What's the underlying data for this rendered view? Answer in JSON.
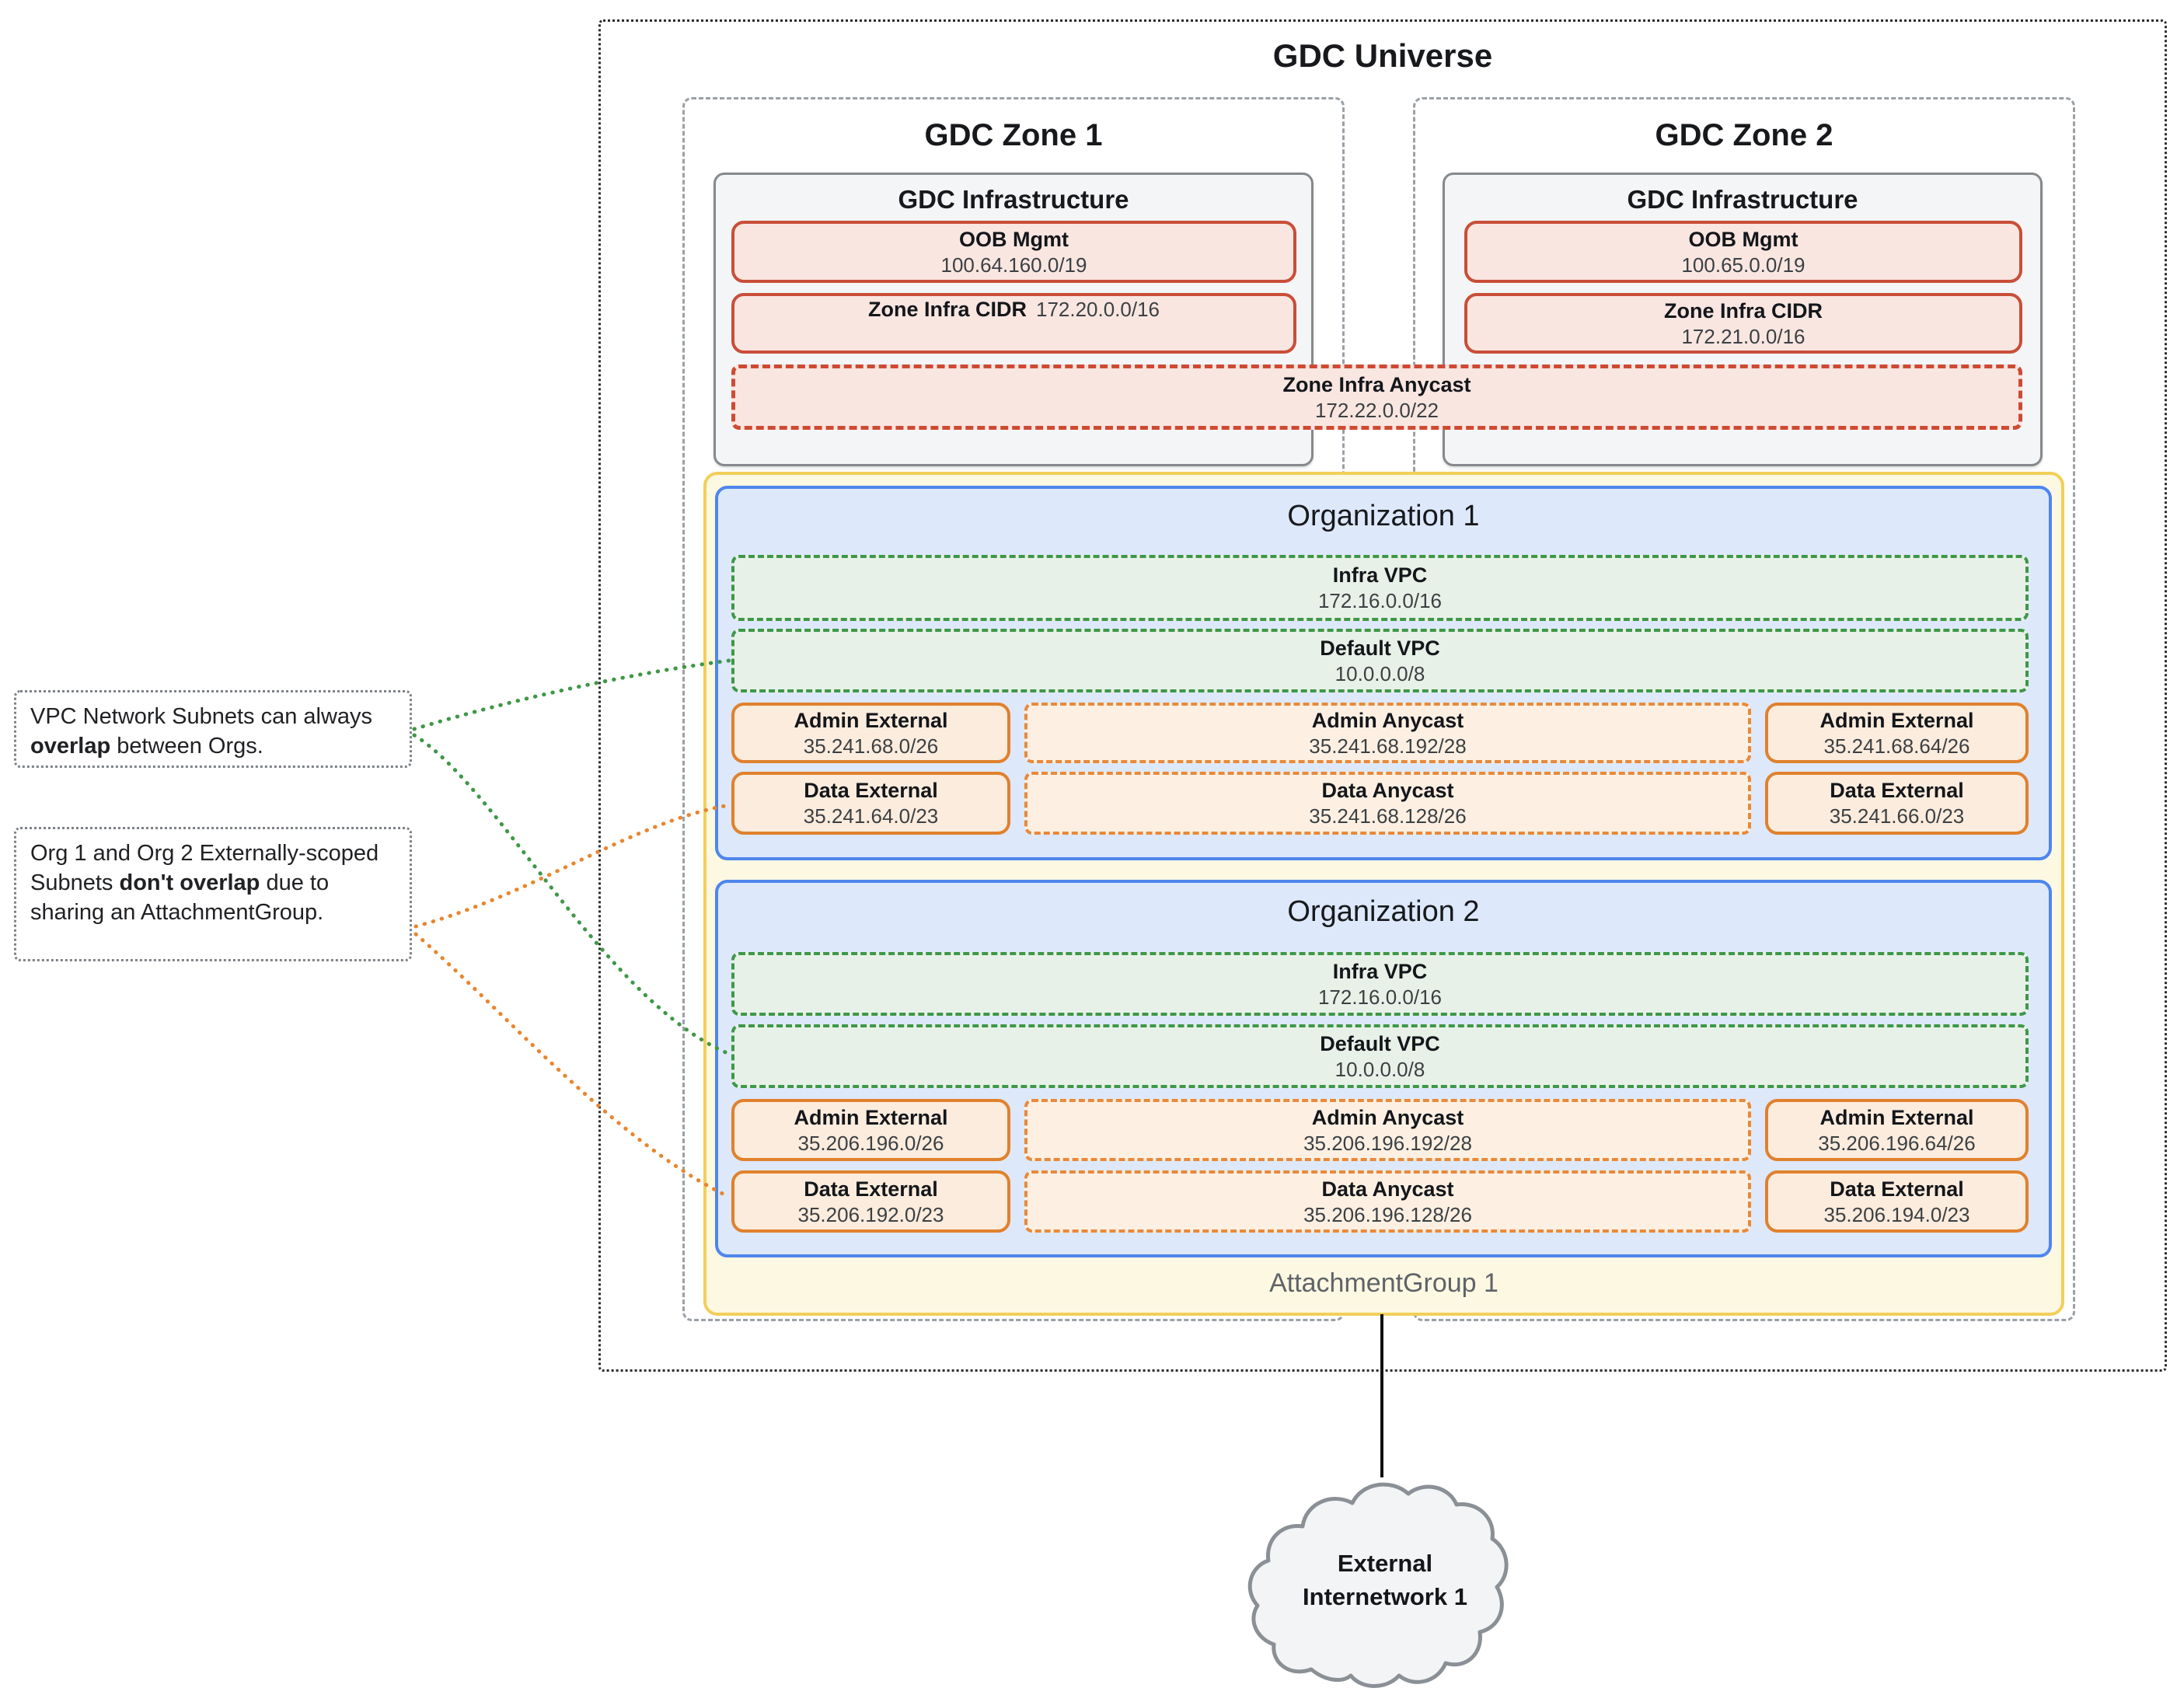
{
  "diagram_title": "GDC Universe",
  "zones": [
    {
      "title": "GDC Zone 1",
      "infrastructure": {
        "title": "GDC Infrastructure",
        "oob_mgmt": {
          "label": "OOB Mgmt",
          "cidr": "100.64.160.0/19"
        },
        "zone_infra_cidr": {
          "label": "Zone Infra CIDR",
          "cidr": "172.20.0.0/16"
        }
      }
    },
    {
      "title": "GDC Zone 2",
      "infrastructure": {
        "title": "GDC Infrastructure",
        "oob_mgmt": {
          "label": "OOB Mgmt",
          "cidr": "100.65.0.0/19"
        },
        "zone_infra_cidr": {
          "label": "Zone Infra CIDR",
          "cidr": "172.21.0.0/16"
        }
      }
    }
  ],
  "zone_infra_anycast": {
    "label": "Zone Infra Anycast",
    "cidr": "172.22.0.0/22"
  },
  "attachment_group": {
    "label": "AttachmentGroup 1"
  },
  "organizations": [
    {
      "title": "Organization 1",
      "vpcs": [
        {
          "label": "Infra VPC",
          "cidr": "172.16.0.0/16"
        },
        {
          "label": "Default VPC",
          "cidr": "10.0.0.0/8"
        }
      ],
      "subnets": [
        {
          "label": "Admin External",
          "cidr": "35.241.68.0/26"
        },
        {
          "label": "Admin Anycast",
          "cidr": "35.241.68.192/28"
        },
        {
          "label": "Admin External",
          "cidr": "35.241.68.64/26"
        },
        {
          "label": "Data External",
          "cidr": "35.241.64.0/23"
        },
        {
          "label": "Data Anycast",
          "cidr": "35.241.68.128/26"
        },
        {
          "label": "Data External",
          "cidr": "35.241.66.0/23"
        }
      ]
    },
    {
      "title": "Organization 2",
      "vpcs": [
        {
          "label": "Infra VPC",
          "cidr": "172.16.0.0/16"
        },
        {
          "label": "Default VPC",
          "cidr": "10.0.0.0/8"
        }
      ],
      "subnets": [
        {
          "label": "Admin External",
          "cidr": "35.206.196.0/26"
        },
        {
          "label": "Admin Anycast",
          "cidr": "35.206.196.192/28"
        },
        {
          "label": "Admin External",
          "cidr": "35.206.196.64/26"
        },
        {
          "label": "Data External",
          "cidr": "35.206.192.0/23"
        },
        {
          "label": "Data Anycast",
          "cidr": "35.206.196.128/26"
        },
        {
          "label": "Data External",
          "cidr": "35.206.194.0/23"
        }
      ]
    }
  ],
  "annotations": {
    "overlap_note": {
      "pre": "VPC Network Subnets can always ",
      "bold": "overlap",
      "post": " between Orgs."
    },
    "no_overlap_note": {
      "pre": "Org 1 and Org 2 Externally-scoped Subnets ",
      "bold": "don't overlap",
      "post": " due to sharing an AttachmentGroup."
    }
  },
  "external_internetwork": {
    "line1": "External",
    "line2": "Internetwork 1"
  },
  "colors": {
    "red_border": "#c94e38",
    "red_fill": "#f9e6e1",
    "green_border": "#3f9747",
    "green_fill": "#e7f1e8",
    "orange_border": "#e0812d",
    "orange_fill": "#fcecdd",
    "blue_border": "#4e86ec",
    "blue_fill": "#dde8fb",
    "yellow_border": "#f2cf5a",
    "yellow_fill": "#fdf8e2",
    "gray_border": "#9aa0a6",
    "infra_fill": "#f3f5f6",
    "green_connector": "#3f9747",
    "orange_connector": "#e8862f"
  }
}
